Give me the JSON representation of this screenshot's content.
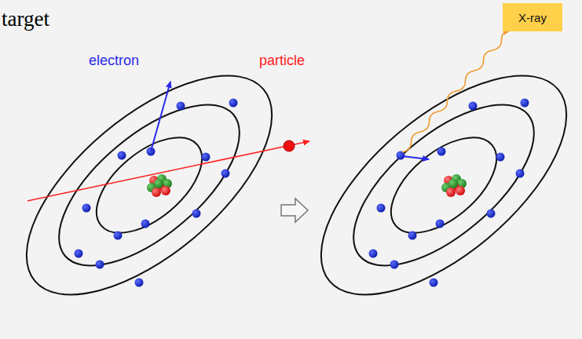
{
  "diagram": {
    "nodes": [
      {
        "text": [
          "X-ray"
        ]
      }
    ],
    "labels": [
      "target",
      "electron",
      "particle"
    ]
  }
}
